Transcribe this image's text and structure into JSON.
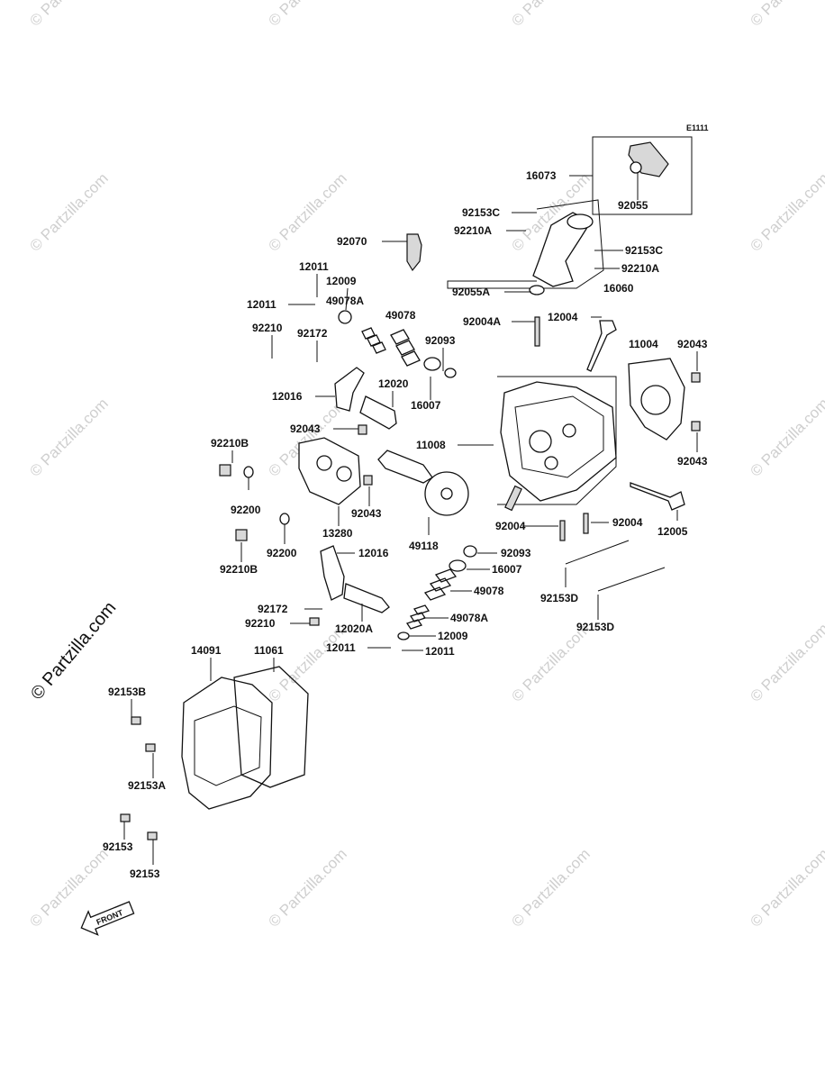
{
  "diagram": {
    "code": "E1111",
    "watermark": "© Partzilla.com",
    "front_label": "FRONT",
    "labels": {
      "16073": "16073",
      "92055": "92055",
      "92153C_a": "92153C",
      "92210A_a": "92210A",
      "92153C_b": "92153C",
      "92210A_b": "92210A",
      "92055A": "92055A",
      "16060": "16060",
      "92070": "92070",
      "12011_top": "12011",
      "12009_top": "12009",
      "12011_left": "12011",
      "49078A_top": "49078A",
      "49078_top": "49078",
      "92004A": "92004A",
      "12004": "12004",
      "92210_top": "92210",
      "92172_top": "92172",
      "92093_top": "92093",
      "11004": "11004",
      "92043_right_top": "92043",
      "12016_top": "12016",
      "12020": "12020",
      "16007_top": "16007",
      "92043_mid": "92043",
      "11008": "11008",
      "92210B_top": "92210B",
      "92043_right_bot": "92043",
      "92200_top": "92200",
      "92043_lower": "92043",
      "13280": "13280",
      "92004_a": "92004",
      "92004_b": "92004",
      "12005": "12005",
      "92200_bot": "92200",
      "49118": "49118",
      "92093_bot": "92093",
      "12016_bot": "12016",
      "92210B_bot": "92210B",
      "16007_bot": "16007",
      "92153D_a": "92153D",
      "49078_bot": "49078",
      "92172_bot": "92172",
      "92210_bot": "92210",
      "12020A": "12020A",
      "49078A_bot": "49078A",
      "92153D_b": "92153D",
      "12009_bot": "12009",
      "12011_bot_a": "12011",
      "12011_bot_b": "12011",
      "14091": "14091",
      "11061": "11061",
      "92153B": "92153B",
      "92153A": "92153A",
      "92153_a": "92153",
      "92153_b": "92153"
    }
  }
}
